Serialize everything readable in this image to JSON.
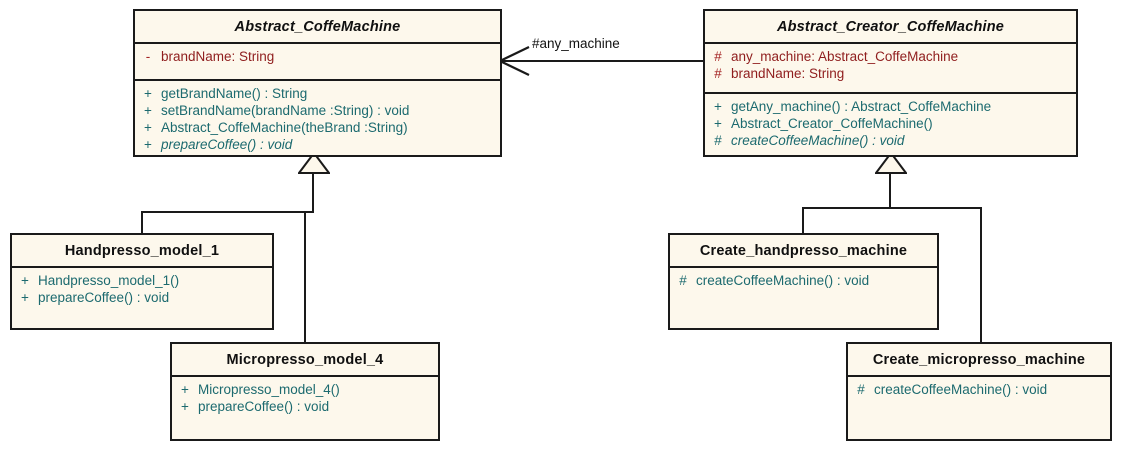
{
  "diagram": {
    "type": "uml-class-diagram",
    "title": "Abstract Factory - Coffee Machine",
    "background": "#ffffff",
    "colors": {
      "class_fill": "#fdf8ec",
      "border": "#1a1a1a",
      "attribute_text": "#8f1d1d",
      "method_text": "#1c6a6f",
      "class_name_text": "#101010",
      "label_text": "#111111"
    }
  },
  "classes": [
    {
      "id": "abstract_coffemachine",
      "name": "Abstract_CoffeMachine",
      "abstract": true,
      "attributes": [
        {
          "visibility": "-",
          "text": "brandName:  String"
        }
      ],
      "methods": [
        {
          "visibility": "+",
          "text": "getBrandName() : String",
          "abstract": false
        },
        {
          "visibility": "+",
          "text": "setBrandName(brandName :String) : void",
          "abstract": false
        },
        {
          "visibility": "+",
          "text": "Abstract_CoffeMachine(theBrand :String)",
          "abstract": false
        },
        {
          "visibility": "+",
          "text": "prepareCoffee() : void",
          "abstract": true
        }
      ]
    },
    {
      "id": "abstract_creator_coffemachine",
      "name": "Abstract_Creator_CoffeMachine",
      "abstract": true,
      "attributes": [
        {
          "visibility": "#",
          "text": "any_machine:  Abstract_CoffeMachine"
        },
        {
          "visibility": "#",
          "text": "brandName:  String"
        }
      ],
      "methods": [
        {
          "visibility": "+",
          "text": "getAny_machine() : Abstract_CoffeMachine",
          "abstract": false
        },
        {
          "visibility": "+",
          "text": "Abstract_Creator_CoffeMachine()",
          "abstract": false
        },
        {
          "visibility": "#",
          "text": "createCoffeeMachine() : void",
          "abstract": true
        }
      ]
    },
    {
      "id": "handpresso_model_1",
      "name": "Handpresso_model_1",
      "abstract": false,
      "attributes": [],
      "methods": [
        {
          "visibility": "+",
          "text": "Handpresso_model_1()",
          "abstract": false
        },
        {
          "visibility": "+",
          "text": "prepareCoffee() : void",
          "abstract": false
        }
      ]
    },
    {
      "id": "micropresso_model_4",
      "name": "Micropresso_model_4",
      "abstract": false,
      "attributes": [],
      "methods": [
        {
          "visibility": "+",
          "text": "Micropresso_model_4()",
          "abstract": false
        },
        {
          "visibility": "+",
          "text": "prepareCoffee() : void",
          "abstract": false
        }
      ]
    },
    {
      "id": "create_handpresso_machine",
      "name": "Create_handpresso_machine",
      "abstract": false,
      "attributes": [],
      "methods": [
        {
          "visibility": "#",
          "text": "createCoffeeMachine() : void",
          "abstract": false
        }
      ]
    },
    {
      "id": "create_micropresso_machine",
      "name": "Create_micropresso_machine",
      "abstract": false,
      "attributes": [],
      "methods": [
        {
          "visibility": "#",
          "text": "createCoffeeMachine() : void",
          "abstract": false
        }
      ]
    }
  ],
  "relationships": [
    {
      "id": "assoc_any_machine",
      "type": "association",
      "label": "#any_machine",
      "from": "abstract_creator_coffemachine",
      "to": "abstract_coffemachine",
      "arrow": "open"
    },
    {
      "id": "gen_handpresso",
      "type": "generalization",
      "from": "handpresso_model_1",
      "to": "abstract_coffemachine"
    },
    {
      "id": "gen_micropresso",
      "type": "generalization",
      "from": "micropresso_model_4",
      "to": "abstract_coffemachine"
    },
    {
      "id": "gen_create_handpresso",
      "type": "generalization",
      "from": "create_handpresso_machine",
      "to": "abstract_creator_coffemachine"
    },
    {
      "id": "gen_create_micropresso",
      "type": "generalization",
      "from": "create_micropresso_machine",
      "to": "abstract_creator_coffemachine"
    }
  ]
}
